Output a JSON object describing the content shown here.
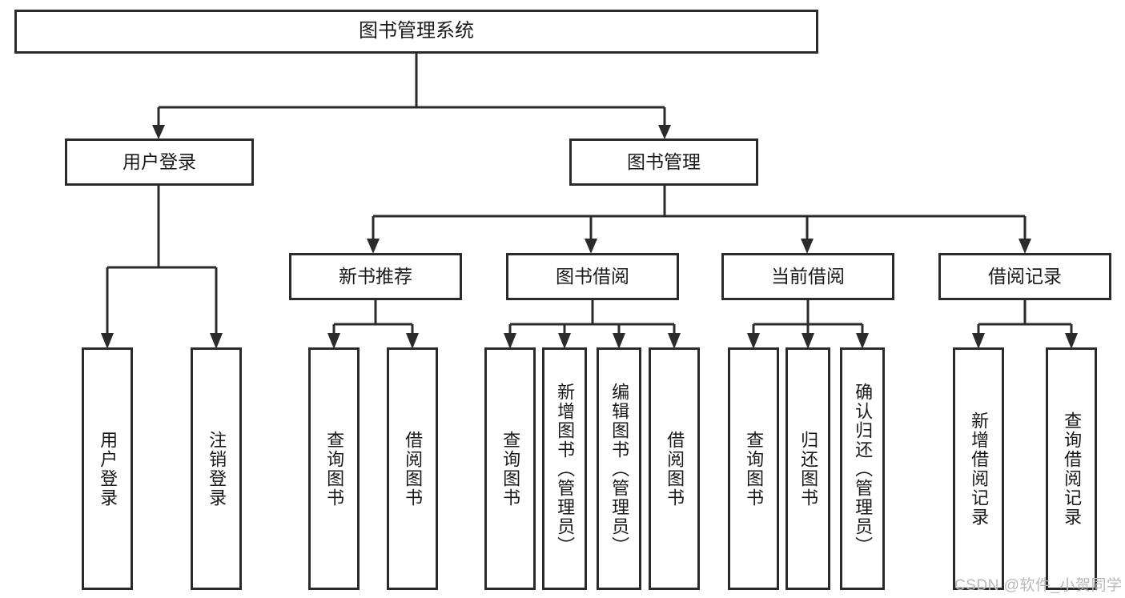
{
  "diagram": {
    "title": "图书管理系统",
    "type": "hierarchy-tree",
    "background_color": "#ffffff",
    "line_color": "#2b2b2b",
    "text_color": "#1a1a1a"
  },
  "root": {
    "label": "图书管理系统"
  },
  "branches": [
    {
      "label": "用户登录"
    },
    {
      "label": "图书管理"
    },
    {
      "label": "新书推荐"
    },
    {
      "label": "图书借阅"
    },
    {
      "label": "当前借阅"
    },
    {
      "label": "借阅记录"
    }
  ],
  "leaves": {
    "user_login": [
      {
        "label": "用户登录"
      },
      {
        "label": "注销登录"
      }
    ],
    "new_book_recommend": [
      {
        "label": "查询图书"
      },
      {
        "label": "借阅图书"
      }
    ],
    "book_borrow": [
      {
        "label": "查询图书"
      },
      {
        "label": "新增图书（管理员）"
      },
      {
        "label": "编辑图书（管理员）"
      },
      {
        "label": "借阅图书"
      }
    ],
    "current_borrow": [
      {
        "label": "查询图书"
      },
      {
        "label": "归还图书"
      },
      {
        "label": "确认归还（管理员）"
      }
    ],
    "borrow_record": [
      {
        "label": "新增借阅记录"
      },
      {
        "label": "查询借阅记录"
      }
    ]
  },
  "watermark": {
    "text": "CSDN @软件_小贺同学"
  }
}
